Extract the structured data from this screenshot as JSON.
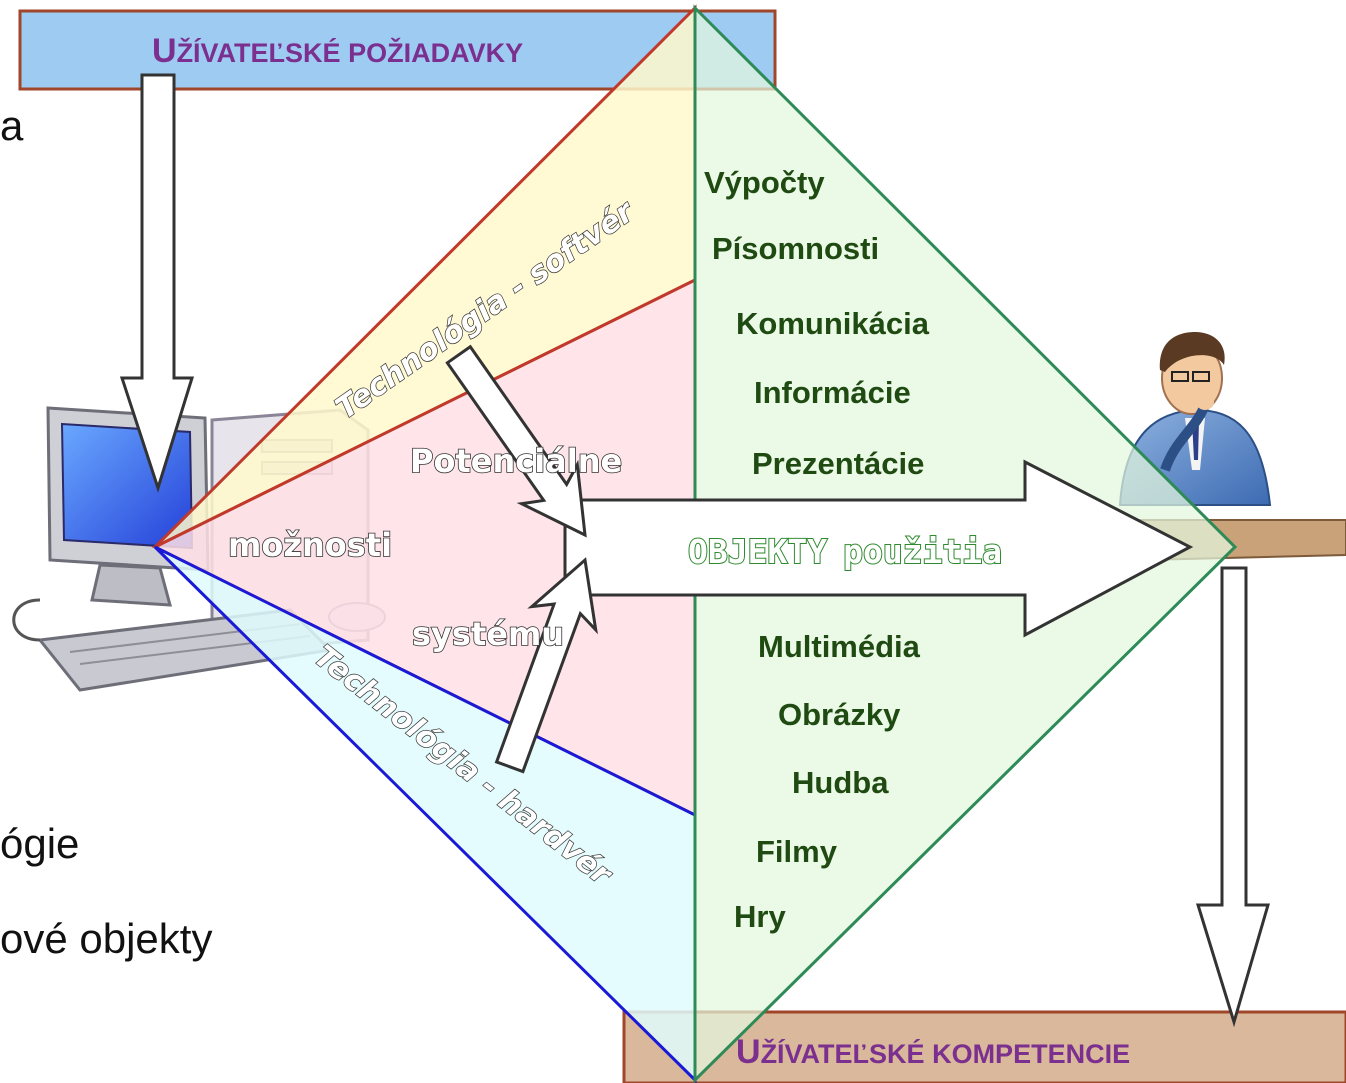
{
  "background_text": {
    "line1": "a",
    "line2": "ógie",
    "line3": "ové objekty"
  },
  "top_banner": {
    "prefix": "U",
    "rest": "ŽÍVATEĽSKÉ POŽIADAVKY"
  },
  "bottom_banner": {
    "prefix": "U",
    "rest": "ŽÍVATEĽSKÉ KOMPETENCIE"
  },
  "technology_software": "Technológia - softvér",
  "technology_hardware": "Technológia - hardvér",
  "system_possibilities": {
    "word1": "Potenciálne",
    "word2": "možnosti",
    "word3": "systému"
  },
  "center_arrow": {
    "word1": "OBJEKTY",
    "word2": "použitia"
  },
  "objects_upper": [
    "Výpočty",
    "Písomnosti",
    "Komunikácia",
    "Informácie",
    "Prezentácie"
  ],
  "objects_lower": [
    "Multimédia",
    "Obrázky",
    "Hudba",
    "Filmy",
    "Hry"
  ],
  "colors": {
    "top_banner_fill": "#9ecbf2",
    "bottom_banner_fill": "#d9b89b",
    "banner_border": "#a0462a",
    "software_fill": "#fff9cc",
    "potential_fill": "#ffe0e6",
    "hardware_fill": "#dffcfd",
    "objects_fill": "#e3f6de",
    "red_line": "#c0392b",
    "blue_line": "#1a1ad6",
    "green_line": "#2e8b57",
    "object_text": "#1f4a12",
    "banner_text": "#7b2f8e"
  },
  "icons": [
    "desktop-computer-icon",
    "person-at-desk-icon"
  ]
}
